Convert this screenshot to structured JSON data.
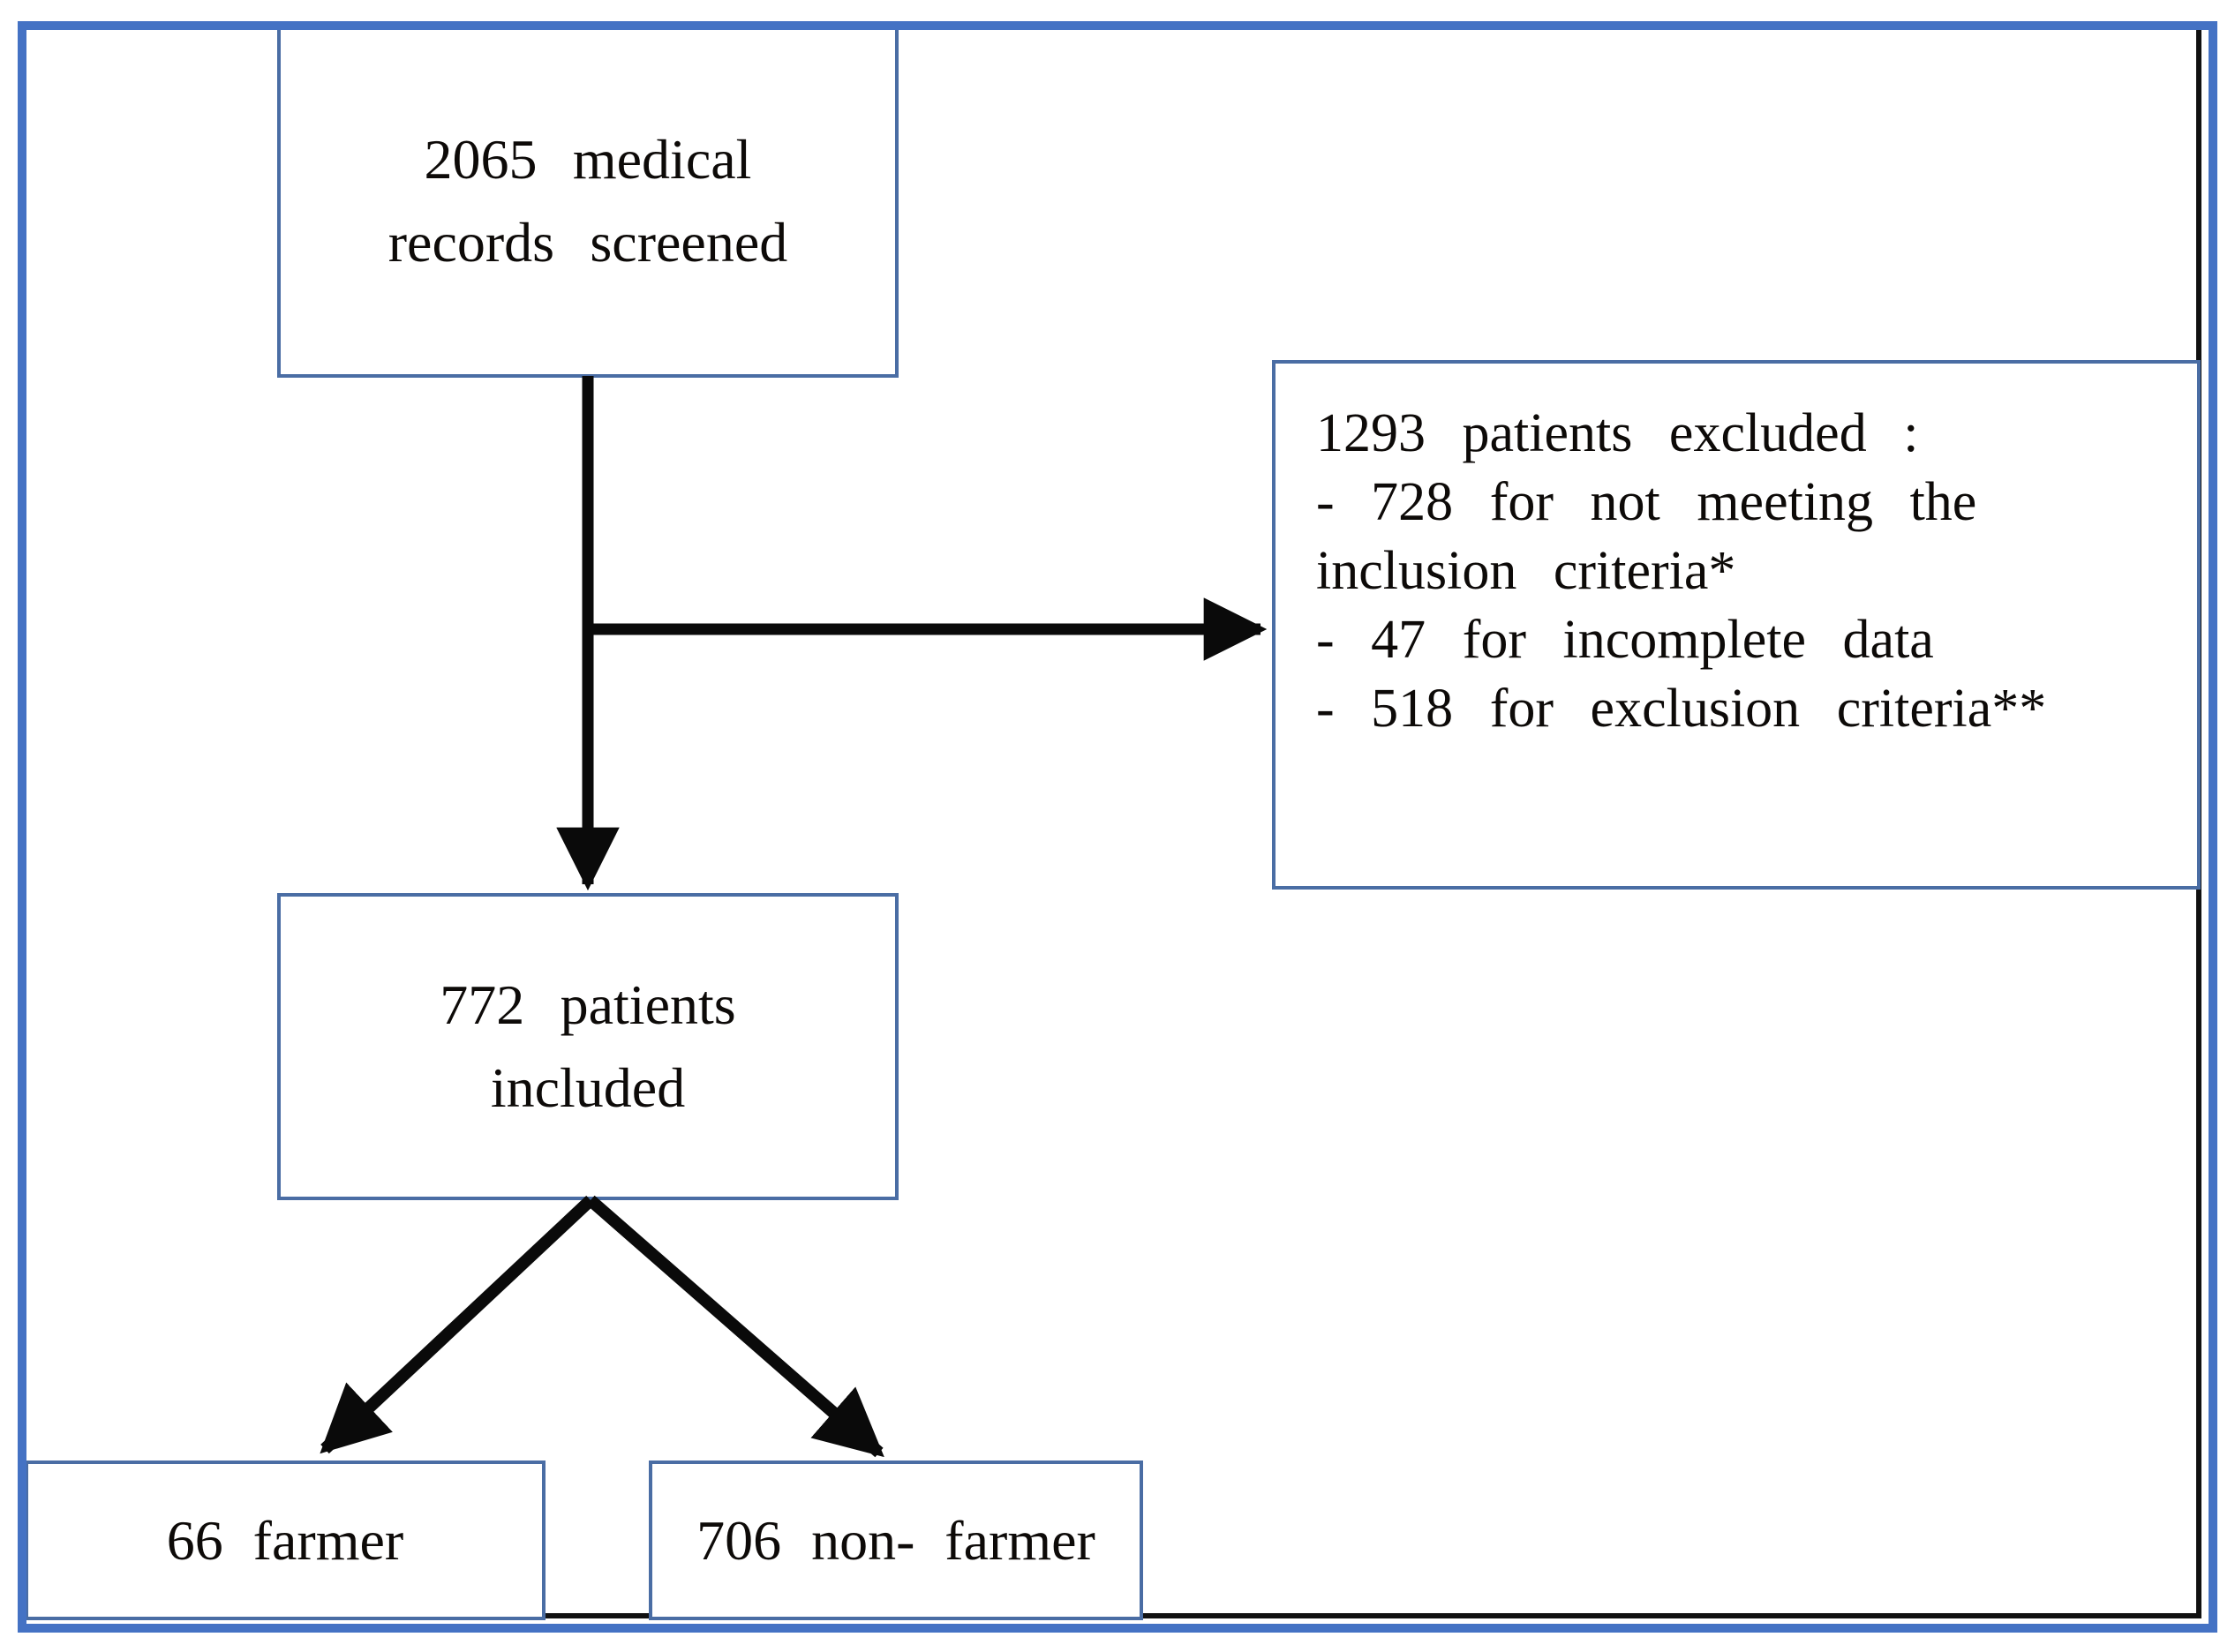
{
  "diagram": {
    "type": "flowchart",
    "nodes": {
      "screened": {
        "lines": [
          "2065 medical",
          "records screened"
        ]
      },
      "excluded": {
        "lines": [
          "1293 patients excluded :",
          "- 728 for not meeting the",
          "inclusion criteria*",
          "- 47 for incomplete data",
          "- 518 for exclusion criteria**"
        ]
      },
      "included": {
        "lines": [
          "772 patients",
          "included"
        ]
      },
      "farmer": {
        "label": "66 farmer"
      },
      "non_farmer": {
        "label": "706 non- farmer"
      }
    },
    "edges": [
      {
        "from": "screened",
        "to": "included"
      },
      {
        "from": "screened",
        "to": "excluded"
      },
      {
        "from": "included",
        "to": "farmer"
      },
      {
        "from": "included",
        "to": "non_farmer"
      }
    ],
    "colors": {
      "frame_blue": "#4472C4",
      "box_border_blue": "#4a6da4",
      "arrow_black": "#0a0a0a"
    }
  }
}
